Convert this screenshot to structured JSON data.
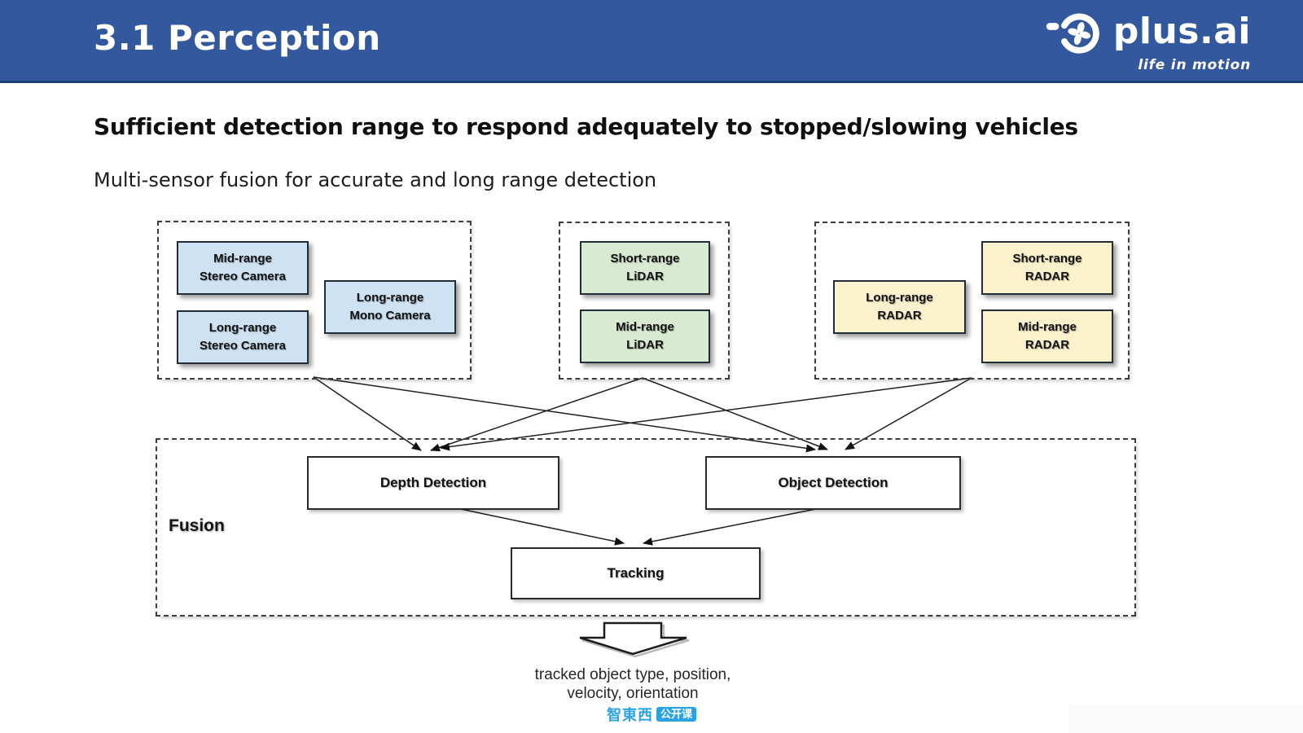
{
  "header": {
    "title": "3.1 Perception",
    "brand": "plus.ai",
    "tagline": "life in motion",
    "bar_color": "#33589D"
  },
  "content": {
    "heading": "Sufficient detection range to respond adequately to stopped/slowing vehicles",
    "subheading": "Multi-sensor fusion for accurate and long range detection"
  },
  "diagram": {
    "sensor_groups": {
      "camera": {
        "fill": "#CFE2F3",
        "boxes": [
          {
            "label": "Mid-range\nStereo Camera"
          },
          {
            "label": "Long-range\nStereo Camera"
          },
          {
            "label": "Long-range\nMono Camera"
          }
        ]
      },
      "lidar": {
        "fill": "#D9EAD3",
        "boxes": [
          {
            "label": "Short-range\nLiDAR"
          },
          {
            "label": "Mid-range\nLiDAR"
          }
        ]
      },
      "radar": {
        "fill": "#FBF1CD",
        "boxes": [
          {
            "label": "Long-range\nRADAR"
          },
          {
            "label": "Short-range\nRADAR"
          },
          {
            "label": "Mid-range\nRADAR"
          }
        ]
      }
    },
    "fusion": {
      "label": "Fusion",
      "nodes": {
        "depth": {
          "label": "Depth Detection"
        },
        "object": {
          "label": "Object Detection"
        },
        "tracking": {
          "label": "Tracking"
        }
      }
    },
    "output": {
      "text": "tracked object type, position,\nvelocity, orientation"
    }
  },
  "footer": {
    "watermark": {
      "brand": "智東西",
      "badge": "公开课"
    }
  },
  "colors": {
    "header_bar": "#33589D",
    "header_bar_border": "#1E3F74",
    "camera_fill": "#CFE2F3",
    "lidar_fill": "#D9EAD3",
    "radar_fill": "#FBF1CD",
    "box_border": "#222C35",
    "dashed_border": "#3D3D3D",
    "watermark_blue": "#2BA3E3"
  }
}
